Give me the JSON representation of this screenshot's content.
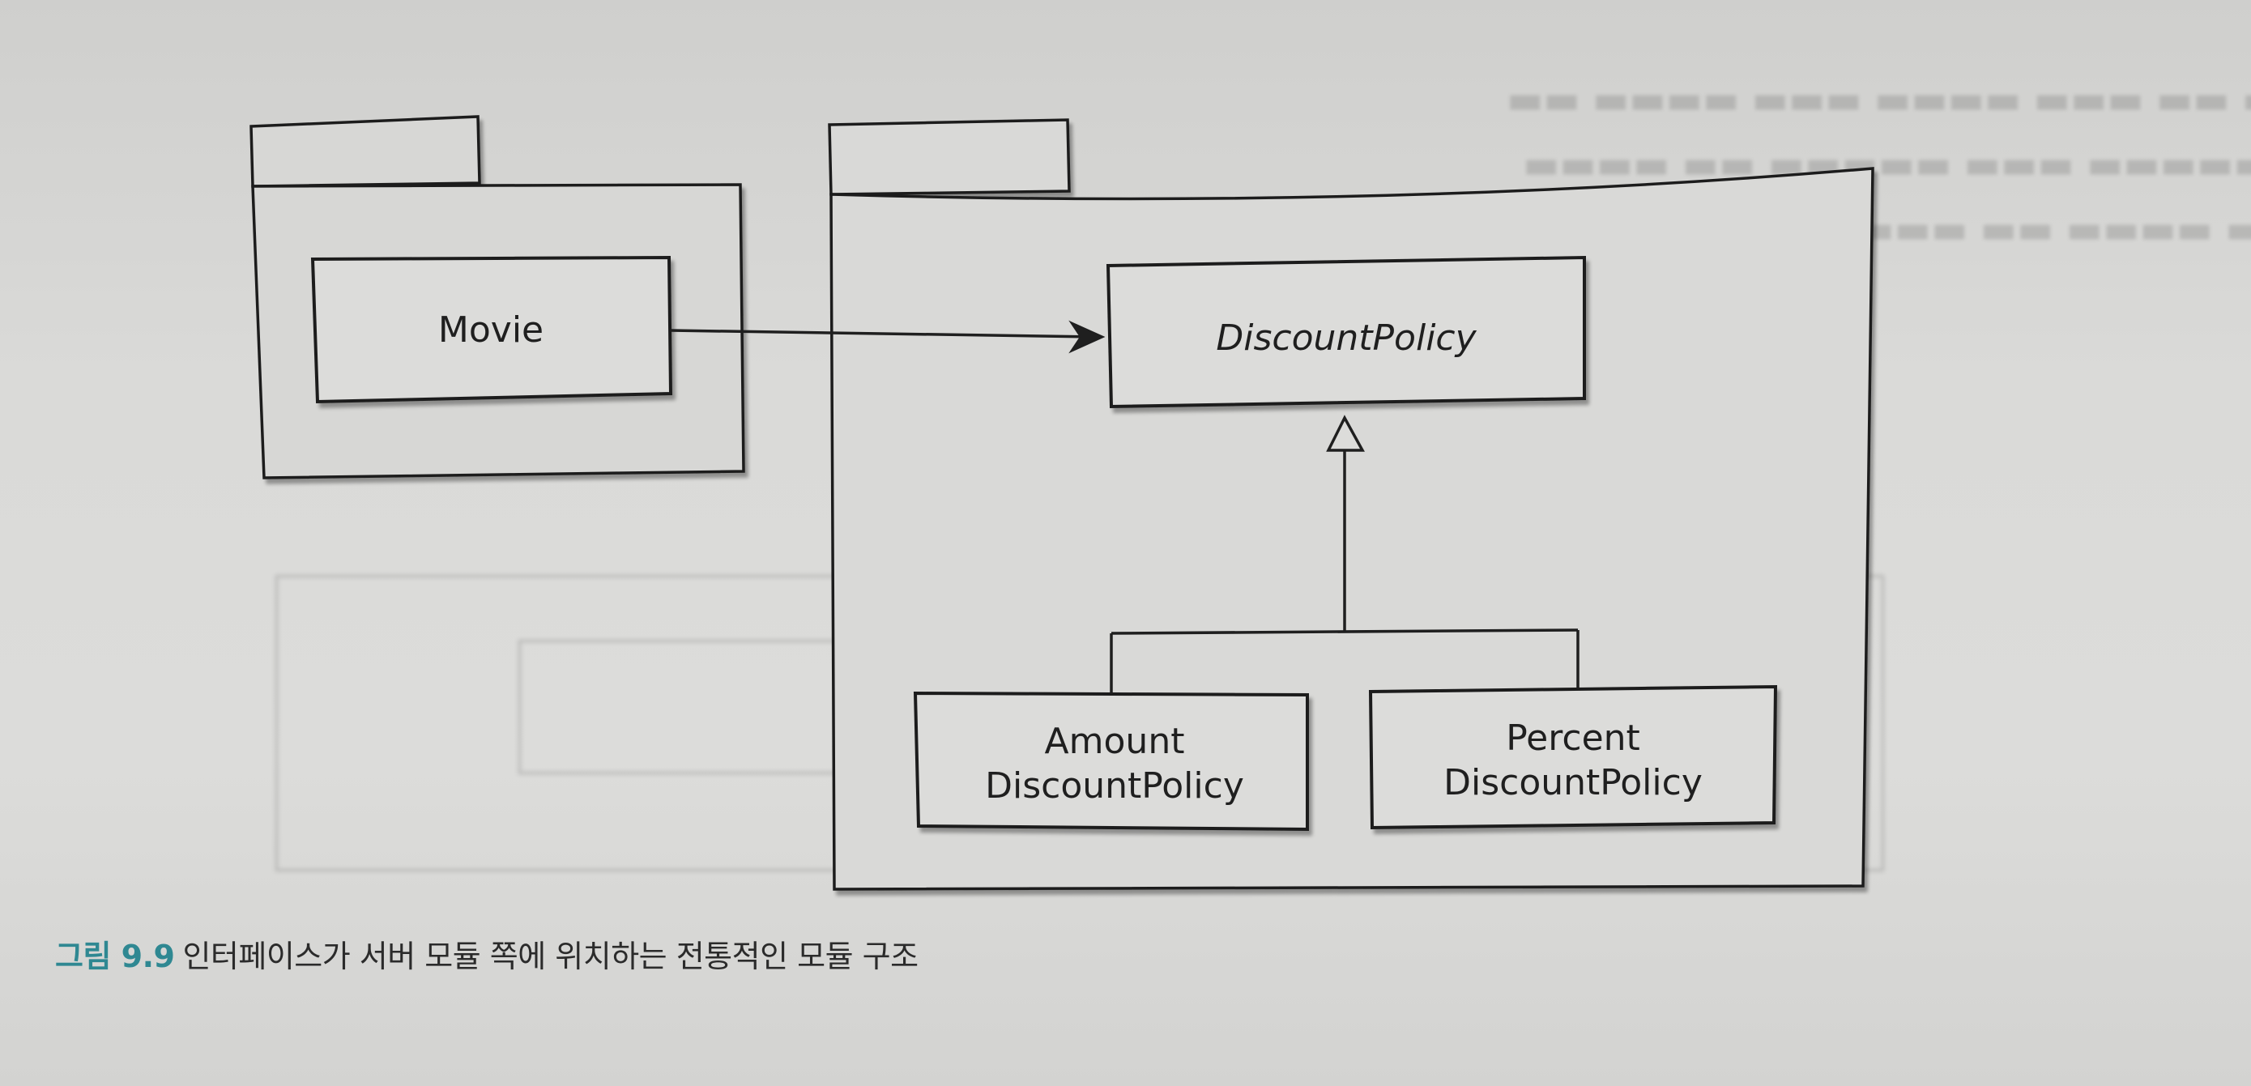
{
  "diagram": {
    "packages": {
      "client": {
        "classes": {
          "movie": {
            "label": "Movie",
            "italic": false
          }
        }
      },
      "server": {
        "classes": {
          "discount_policy": {
            "label": "DiscountPolicy",
            "italic": true
          },
          "amount_discount_policy": {
            "line1": "Amount",
            "line2": "DiscountPolicy",
            "italic": false
          },
          "percent_discount_policy": {
            "line1": "Percent",
            "line2": "DiscountPolicy",
            "italic": false
          }
        }
      }
    },
    "relations": [
      {
        "type": "dependency",
        "from": "Movie",
        "to": "DiscountPolicy"
      },
      {
        "type": "generalization",
        "from": "AmountDiscountPolicy",
        "to": "DiscountPolicy"
      },
      {
        "type": "generalization",
        "from": "PercentDiscountPolicy",
        "to": "DiscountPolicy"
      }
    ]
  },
  "caption": {
    "figure_number": "그림 9.9",
    "text": "인터페이스가 서버 모듈 쪽에 위치하는 전통적인 모듈 구조"
  },
  "colors": {
    "page": "#d9d9d7",
    "box_fill": "#dcdcda",
    "line": "#1f1f1f",
    "figure_number": "#2f8892"
  }
}
